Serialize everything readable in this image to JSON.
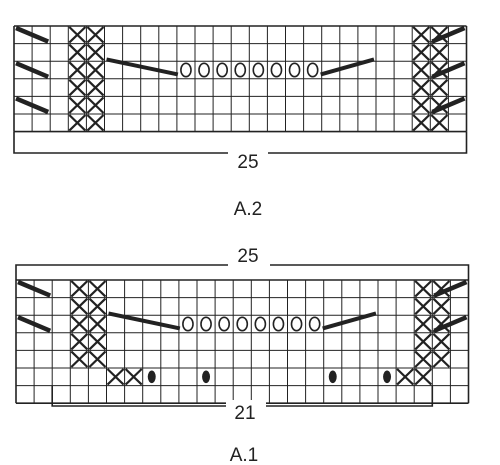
{
  "diagrams": [
    {
      "id": "A2",
      "name": "A.2",
      "width_label": "25",
      "cols": 25,
      "rows": 6,
      "cross_cols": [
        3,
        4,
        22,
        23
      ],
      "rows_data": [
        {
          "diag_left": true,
          "diag_right": true,
          "long_dec": false,
          "yo_cols": [],
          "bobble_cols": [],
          "cross_extra": []
        },
        {
          "diag_left": false,
          "diag_right": false,
          "long_dec": false,
          "yo_cols": [],
          "bobble_cols": [],
          "cross_extra": []
        },
        {
          "diag_left": true,
          "diag_right": true,
          "long_dec": true,
          "yo_cols": [
            9,
            10,
            11,
            12,
            13,
            14,
            15,
            16
          ],
          "bobble_cols": [],
          "cross_extra": []
        },
        {
          "diag_left": false,
          "diag_right": false,
          "long_dec": false,
          "yo_cols": [],
          "bobble_cols": [],
          "cross_extra": []
        },
        {
          "diag_left": true,
          "diag_right": true,
          "long_dec": false,
          "yo_cols": [],
          "bobble_cols": [],
          "cross_extra": []
        },
        {
          "diag_left": false,
          "diag_right": false,
          "long_dec": false,
          "yo_cols": [],
          "bobble_cols": [],
          "cross_extra": []
        }
      ]
    },
    {
      "id": "A1",
      "name": "A.1",
      "width_label_top": "25",
      "width_label_bottom": "21",
      "cols": 25,
      "rows": 7,
      "cross_cols": [
        3,
        4,
        22,
        23
      ],
      "rows_data": [
        {
          "diag_left": true,
          "diag_right": true,
          "long_dec": false,
          "yo_cols": [],
          "bobble_cols": [],
          "cross_extra": []
        },
        {
          "diag_left": false,
          "diag_right": false,
          "long_dec": false,
          "yo_cols": [],
          "bobble_cols": [],
          "cross_extra": []
        },
        {
          "diag_left": true,
          "diag_right": true,
          "long_dec": true,
          "yo_cols": [
            9,
            10,
            11,
            12,
            13,
            14,
            15,
            16
          ],
          "bobble_cols": [],
          "cross_extra": []
        },
        {
          "diag_left": false,
          "diag_right": false,
          "long_dec": false,
          "yo_cols": [],
          "bobble_cols": [],
          "cross_extra": []
        },
        {
          "diag_left": false,
          "diag_right": false,
          "long_dec": false,
          "yo_cols": [],
          "bobble_cols": [],
          "cross_extra": []
        },
        {
          "diag_left": false,
          "diag_right": false,
          "long_dec": false,
          "yo_cols": [],
          "bobble_cols": [
            7,
            10,
            17,
            20
          ],
          "cross_extra": [
            5,
            6,
            21,
            22
          ]
        }
      ]
    }
  ],
  "symbols": {
    "cross": "cross-stitch-symbol",
    "yarn_over": "yarn-over-symbol",
    "bobble": "bobble-symbol",
    "decrease": "decrease-slash-symbol"
  },
  "colors": {
    "line": "#222222",
    "background": "#ffffff"
  }
}
